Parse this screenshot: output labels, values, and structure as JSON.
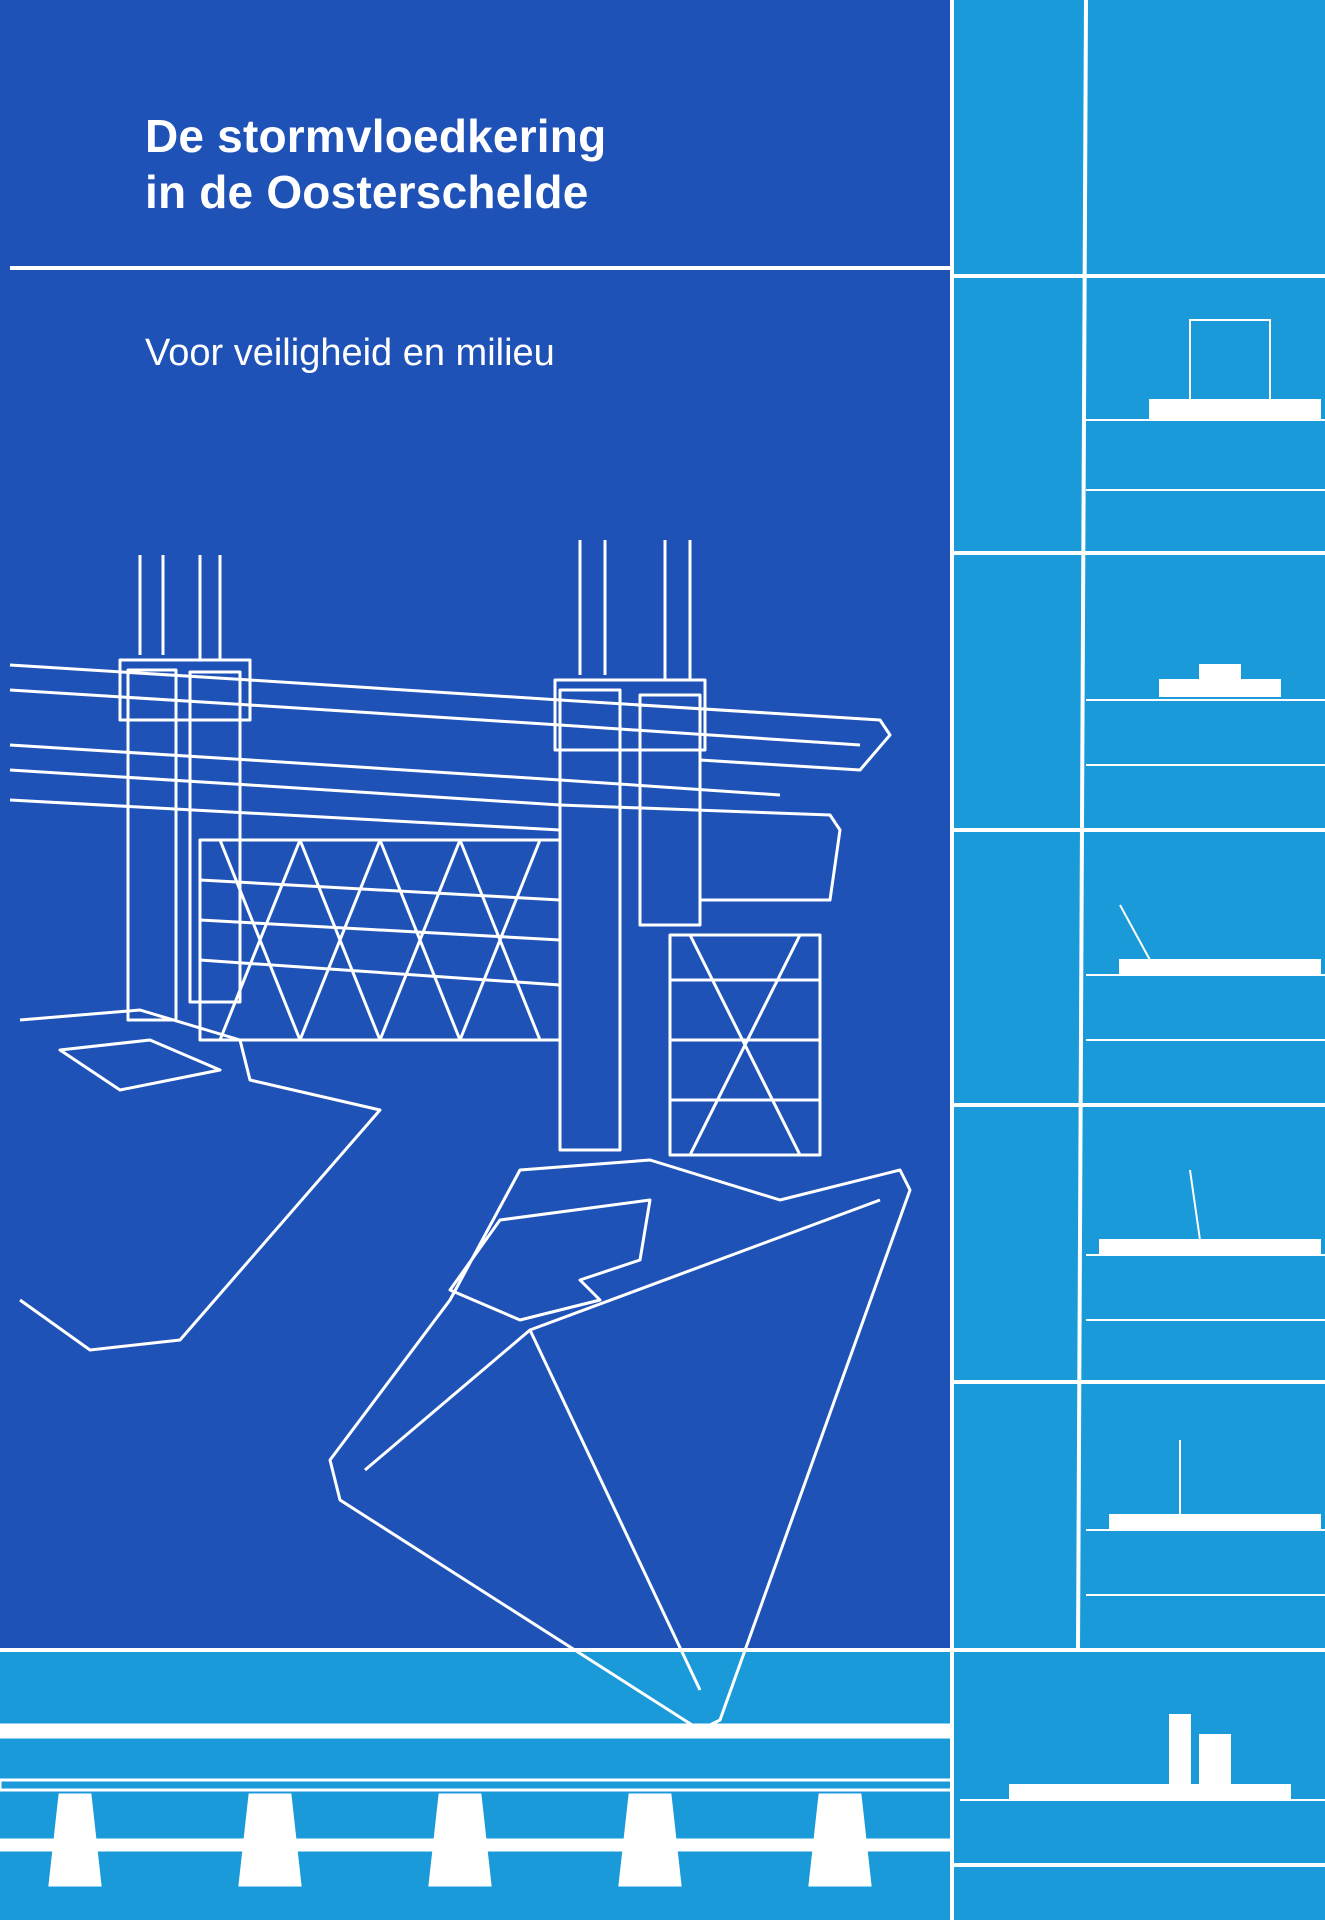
{
  "cover": {
    "title_line1": "De stormvloedkering",
    "title_line2": "in de Oosterschelde",
    "subtitle": "Voor veiligheid en milieu",
    "colors": {
      "dark_blue": "#1f52b6",
      "light_blue": "#1a9ad8",
      "line_white": "#ffffff"
    }
  }
}
